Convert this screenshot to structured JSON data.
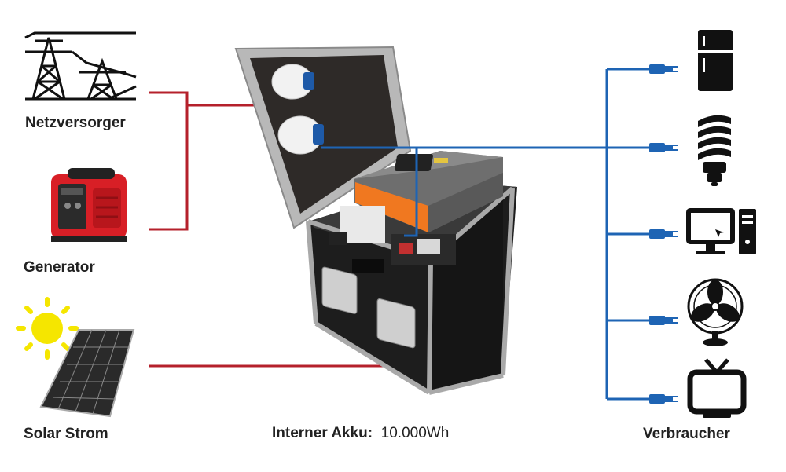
{
  "sources": {
    "grid": "Netzversorger",
    "generator": "Generator",
    "solar": "Solar Strom"
  },
  "consumers": {
    "label": "Verbraucher"
  },
  "battery": {
    "label": "Interner Akku:",
    "value": "10.000Wh"
  },
  "icons": [
    "power-lines-icon",
    "generator-icon",
    "sun-icon",
    "solar-panel-icon",
    "fridge-icon",
    "lightbulb-icon",
    "computer-icon",
    "fan-icon",
    "tv-icon"
  ],
  "colors": {
    "input_line": "#b5202b",
    "output_line": "#1e64b4",
    "case_frame": "#9a9a9a",
    "case_body": "#1a1a1a",
    "inverter_accent": "#f07820",
    "sun": "#f5e600"
  }
}
